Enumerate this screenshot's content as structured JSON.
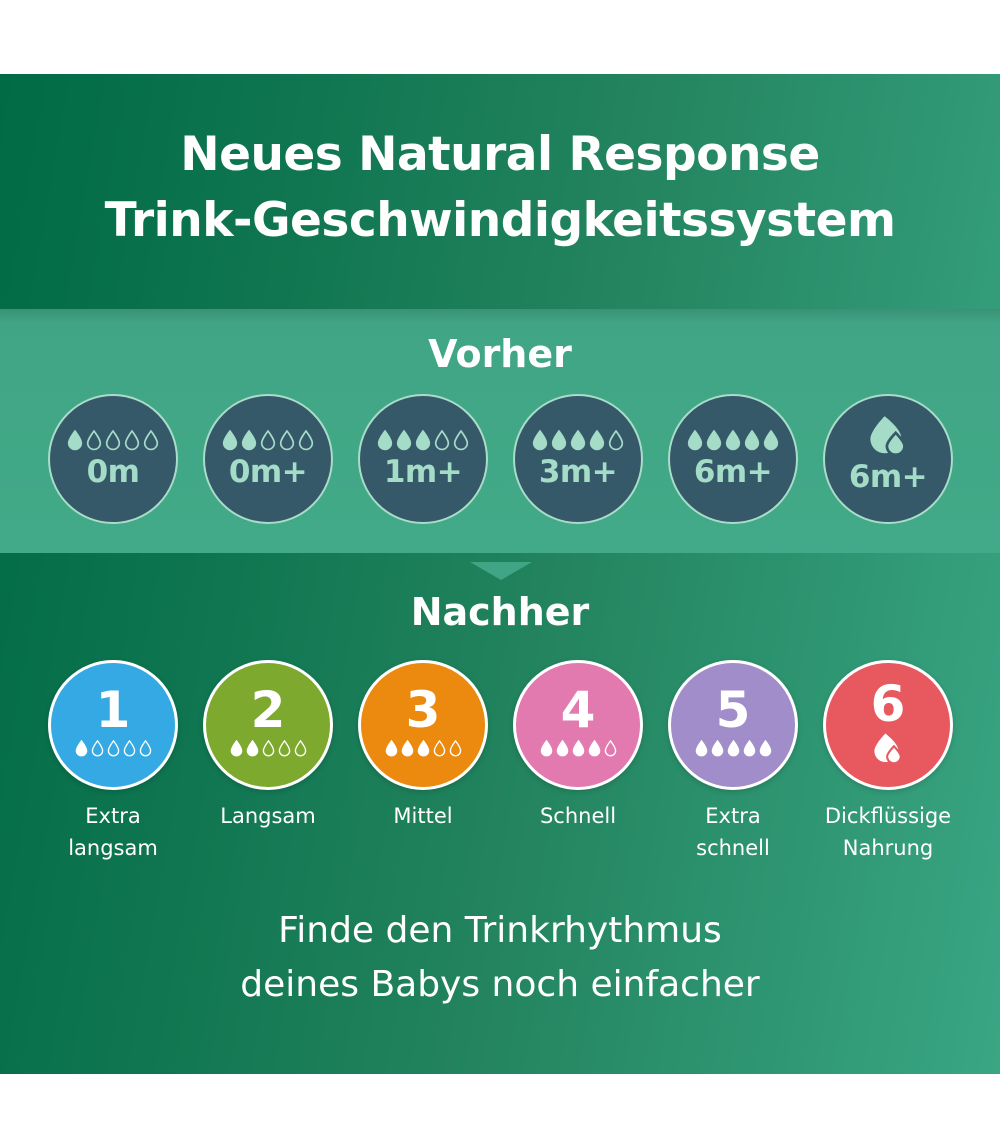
{
  "header": {
    "title_line1": "Neues Natural Response",
    "title_line2": "Trink-Geschwindigkeitssystem"
  },
  "colors": {
    "background_dark": "#006b45",
    "background_light": "#3aa683",
    "vorher_band": "#42aa88",
    "old_circle_fill": "#36596a",
    "old_circle_accent": "#a4dcc8"
  },
  "vorher": {
    "title": "Vorher",
    "items": [
      {
        "label": "0m",
        "icon": "flow-drops-1-of-5",
        "filled": 1,
        "total": 5
      },
      {
        "label": "0m+",
        "icon": "flow-drops-2-of-5",
        "filled": 2,
        "total": 5
      },
      {
        "label": "1m+",
        "icon": "flow-drops-3-of-5",
        "filled": 3,
        "total": 5
      },
      {
        "label": "3m+",
        "icon": "flow-drops-4-of-5",
        "filled": 4,
        "total": 5
      },
      {
        "label": "6m+",
        "icon": "flow-drops-5-of-5",
        "filled": 5,
        "total": 5
      },
      {
        "label": "6m+",
        "icon": "thick-feed-drops-icon",
        "filled": 0,
        "total": 0
      }
    ]
  },
  "transition_icon": "down-triangle-arrow",
  "nachher": {
    "title": "Nachher",
    "items": [
      {
        "number": "1",
        "description_line1": "Extra",
        "description_line2": "langsam",
        "color": "#35a9e3",
        "icon": "flow-drops-1-of-5",
        "filled": 1,
        "total": 5
      },
      {
        "number": "2",
        "description_line1": "Langsam",
        "description_line2": "",
        "color": "#7ca92e",
        "icon": "flow-drops-2-of-5",
        "filled": 2,
        "total": 5
      },
      {
        "number": "3",
        "description_line1": "Mittel",
        "description_line2": "",
        "color": "#eb8a0e",
        "icon": "flow-drops-3-of-5",
        "filled": 3,
        "total": 5
      },
      {
        "number": "4",
        "description_line1": "Schnell",
        "description_line2": "",
        "color": "#e27ab0",
        "icon": "flow-drops-4-of-5",
        "filled": 4,
        "total": 5
      },
      {
        "number": "5",
        "description_line1": "Extra",
        "description_line2": "schnell",
        "color": "#a08dc9",
        "icon": "flow-drops-5-of-5",
        "filled": 5,
        "total": 5
      },
      {
        "number": "6",
        "description_line1": "Dickflüssige",
        "description_line2": "Nahrung",
        "color": "#e8585f",
        "icon": "thick-feed-drops-icon",
        "filled": 0,
        "total": 0
      }
    ]
  },
  "tagline": {
    "line1": "Finde den Trinkrhythmus",
    "line2": "deines Babys noch einfacher"
  }
}
